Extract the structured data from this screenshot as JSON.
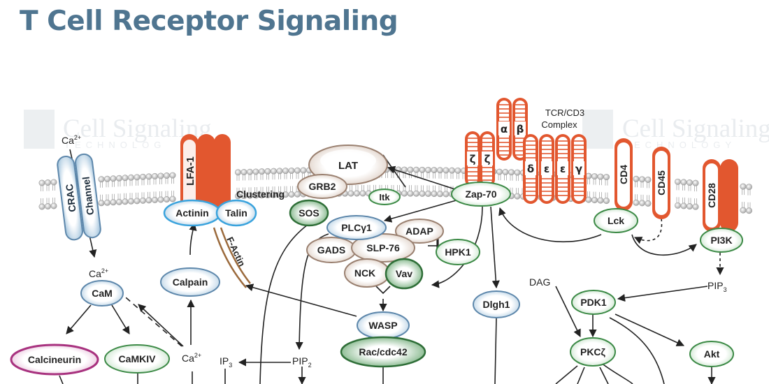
{
  "title": "T Cell Receptor Signaling",
  "watermark": {
    "name": "Cell Signaling",
    "sub_left": "TECHNOLOG",
    "sub_right": "TECHNOLOGY"
  },
  "labels": {
    "ca_out": "Ca",
    "ca_sup": "2+",
    "crac": "CRAC",
    "channel": "Channel",
    "lfa1": "LFA-1",
    "clustering": "Clustering",
    "actinin": "Actinin",
    "talin": "Talin",
    "factin": "F-Actin",
    "calpain": "Calpain",
    "cam": "CaM",
    "calcineurin": "Calcineurin",
    "camkiv": "CaMKIV",
    "ip": "IP",
    "ip_sub": "3",
    "pip": "PIP",
    "pip_sub": "2",
    "lat": "LAT",
    "grb2": "GRB2",
    "sos": "SOS",
    "itk": "Itk",
    "plcg1": "PLCγ1",
    "adap": "ADAP",
    "gads": "GADS",
    "slp76": "SLP-76",
    "hpk1": "HPK1",
    "nck": "NCK",
    "vav": "Vav",
    "wasp": "WASP",
    "rac": "Rac/cdc42",
    "zap70": "Zap-70",
    "dlgh1": "Dlgh1",
    "tcr_line1": "TCR/CD3",
    "tcr_line2": "Complex",
    "zeta": "ζ",
    "alpha": "α",
    "beta": "β",
    "delta": "δ",
    "epsilon": "ε",
    "gamma": "γ",
    "cd4": "CD4",
    "cd45": "CD45",
    "cd28": "CD28",
    "lck": "Lck",
    "pi3k": "PI3K",
    "pip3": "PIP",
    "pip3_sub": "3",
    "dag": "DAG",
    "pdk1": "PDK1",
    "pkcz": "PKCζ",
    "akt": "Akt"
  },
  "colors": {
    "title": "#4f7590",
    "receptor": "#e2572f",
    "blue_fill": "#c6dbea",
    "blue_edge": "#5d87ab",
    "green_fill": "#e6f2e6",
    "green_edge": "#3c8a46",
    "tan_fill": "#ece2da",
    "tan_edge": "#9a8070",
    "purple_edge": "#a8327f",
    "dark_green": "#2e6e37",
    "factin": "#9b6a3c"
  }
}
